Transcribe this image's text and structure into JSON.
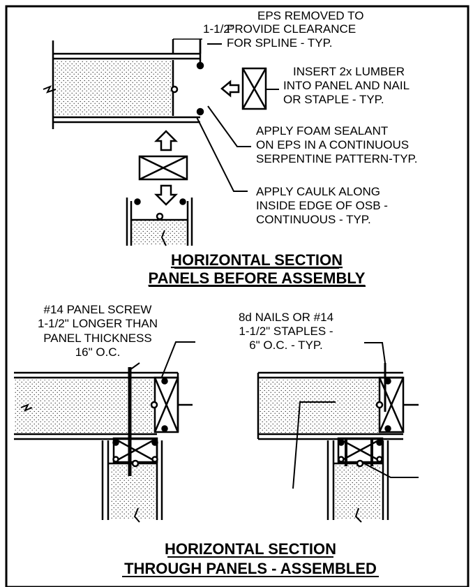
{
  "top_section": {
    "dim_label": "1-1/2\"",
    "note_eps": [
      "EPS REMOVED TO",
      "PROVIDE CLEARANCE",
      "FOR SPLINE - TYP."
    ],
    "note_lumber": [
      "INSERT 2x LUMBER",
      "INTO PANEL AND NAIL",
      "OR STAPLE - TYP."
    ],
    "note_foam": [
      "APPLY FOAM SEALANT",
      "ON EPS IN A CONTINUOUS",
      "SERPENTINE PATTERN-TYP."
    ],
    "note_caulk": [
      "APPLY CAULK ALONG",
      "INSIDE EDGE OF OSB -",
      "CONTINUOUS - TYP."
    ],
    "title": [
      "HORIZONTAL SECTION",
      "PANELS BEFORE ASSEMBLY"
    ]
  },
  "bottom_section": {
    "note_screw": [
      "#14 PANEL SCREW",
      "1-1/2\" LONGER THAN",
      "PANEL THICKNESS",
      "16\" O.C."
    ],
    "note_nails": [
      "8d NAILS OR #14",
      "1-1/2\" STAPLES -",
      "6\" O.C. - TYP."
    ],
    "title": [
      "HORIZONTAL SECTION",
      "THROUGH PANELS - ASSEMBLED"
    ]
  },
  "colors": {
    "ink": "#000000",
    "paper": "#ffffff"
  }
}
